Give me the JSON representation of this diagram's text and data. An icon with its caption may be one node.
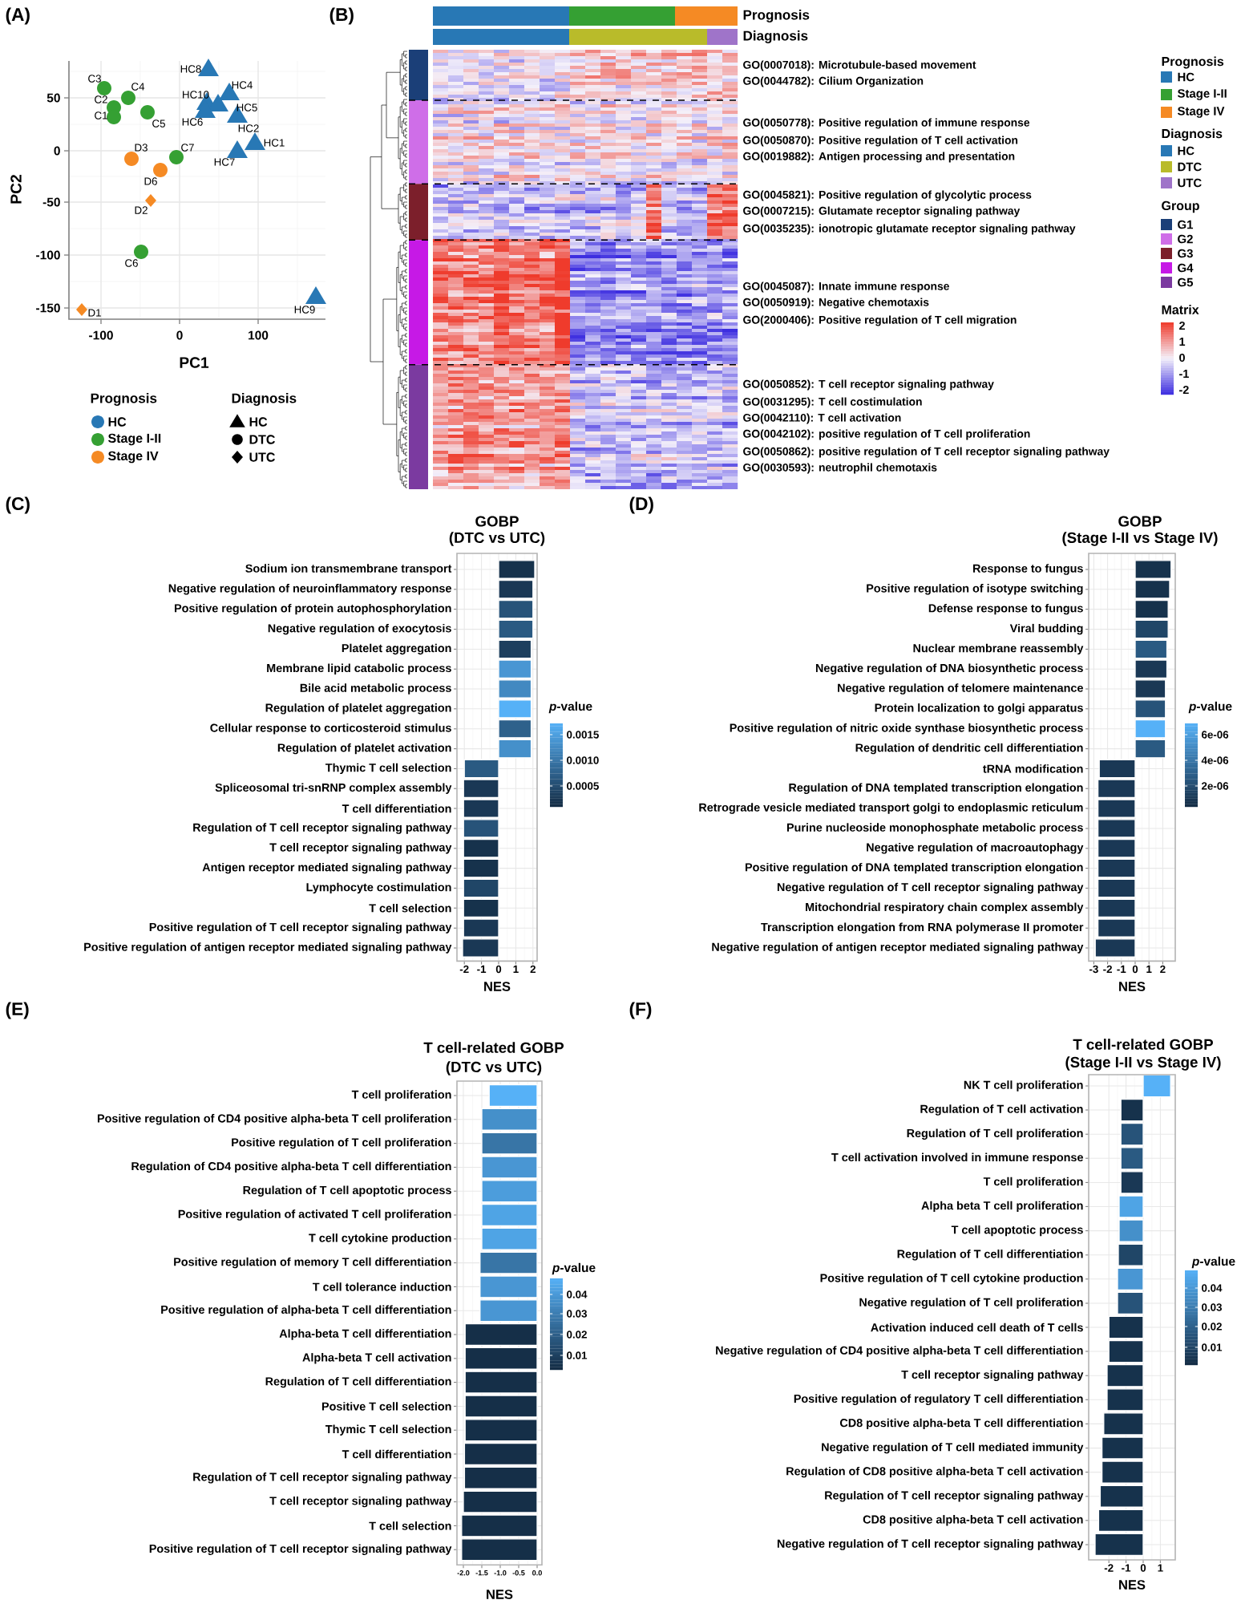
{
  "diagram": {
    "labels": [
      "(A)",
      "HC8",
      "C3",
      "C4",
      "HC4",
      "C2",
      "HC10",
      "C1",
      "HC5",
      "C5",
      "HC6",
      "HC2",
      "D3",
      "C7",
      "HC1",
      "HC7",
      "D6",
      "D2",
      "C6",
      "D1",
      "HC9",
      "50",
      "0",
      "-50",
      "-100",
      "-150",
      "PC2",
      "-100",
      "0",
      "100",
      "PC1",
      "Prognosis",
      "Diagnosis",
      "(B)",
      "Prognosis",
      "Diagnosis",
      "GO(0007018): Microtubule-based movement",
      "GO(0044782): Cilium Organization",
      "GO(0050778): Positive regulation of immune response",
      "GO(0050870): Positive regulation of T cell activation",
      "GO(0019882): Antigen processing and presentation",
      "GO(0045821): Positive regulation of glycolytic process",
      "GO(0007215): Glutamate receptor signaling pathway",
      "GO(0035235): ionotropic glutamate receptor signaling pathway",
      "GO(0045087): Innate immune response",
      "GO(0050919): Negative chemotaxis",
      "GO(2000406): Positive regulation of T cell migration",
      "GO(0050852): T cell receptor signaling pathway",
      "GO(0031295): T cell costimulation",
      "GO(0042110): T cell activation",
      "GO(0042102): positive regulation of T cell proliferation",
      "GO(0050862): positive regulation of T cell receptor signaling pathway",
      "GO(0030593): neutrophil chemotaxis",
      "Prognosis",
      "Diagnosis",
      "Group",
      "Matrix",
      "2",
      "1",
      "0",
      "-1",
      "-2",
      "(C)",
      "GOBP",
      "(DTC vs UTC)",
      "Sodium ion transmembrane transport",
      "Negative regulation of neuroinflammatory response",
      "Positive regulation of protein autophosphorylation",
      "Negative regulation of exocytosis",
      "Platelet aggregation",
      "Membrane lipid catabolic process",
      "Bile acid metabolic process",
      "Regulation of platelet aggregation",
      "Cellular response to corticosteroid stimulus",
      "Regulation of platelet activation",
      "Thymic T cell selection",
      "Spliceosomal tri-snRNP complex assembly",
      "T cell differentiation",
      "Regulation of T cell receptor signaling pathway",
      "T cell receptor signaling pathway",
      "Antigen receptor mediated signaling pathway",
      "Lymphocyte costimulation",
      "T cell selection",
      "Positive regulation of T cell receptor signaling pathway",
      "Positive regulation of antigen receptor mediated signaling pathway",
      "-2",
      "-1",
      "0",
      "1",
      "2",
      "NES",
      "*p*-value",
      "0.0015",
      "0.0010",
      "0.0005",
      "(D)",
      "GOBP",
      "(Stage I-II vs Stage IV)",
      "Response to fungus",
      "Positive regulation of isotype switching",
      "Defense response to fungus",
      "Viral budding",
      "Nuclear membrane reassembly",
      "Negative regulation of DNA biosynthetic process",
      "Negative regulation of telomere maintenance",
      "Protein localization to golgi apparatus",
      "Positive regulation of nitric oxide synthase biosynthetic process",
      "Regulation of dendritic cell differentiation",
      "tRNA modification",
      "Regulation of DNA templated transcription elongation",
      "Retrograde vesicle mediated transport golgi to endoplasmic reticulum",
      "Purine nucleoside monophosphate metabolic process",
      "Negative regulation of macroautophagy",
      "Positive regulation of DNA templated transcription elongation",
      "Negative regulation of T cell receptor signaling pathway",
      "Mitochondrial respiratory chain complex assembly",
      "Transcription elongation from RNA polymerase II promoter",
      "Negative regulation of antigen receptor mediated signaling pathway",
      "-3",
      "-2",
      "-1",
      "0",
      "1",
      "2",
      "NES",
      "*p*-value",
      "6e-06",
      "4e-06",
      "2e-06",
      "(E)",
      "T cell-related GOBP",
      "(DTC vs UTC)",
      "T cell proliferation",
      "Positive regulation of CD4 positive alpha-beta T cell proliferation",
      "Positive regulation of T cell proliferation",
      "Regulation of CD4 positive alpha-beta T cell differentiation",
      "Regulation of T cell apoptotic process",
      "Positive regulation of activated T cell proliferation",
      "T cell cytokine production",
      "Positive regulation of memory T cell differentiation",
      "T cell tolerance induction",
      "Positive regulation of alpha-beta T cell differentiation",
      "Alpha-beta T cell differentiation",
      "Alpha-beta T cell activation",
      "Regulation of T cell differentiation",
      "Positive T cell selection",
      "Thymic T cell selection",
      "T cell differentiation",
      "Regulation of T cell receptor signaling pathway",
      "T cell receptor signaling pathway",
      "T cell selection",
      "Positive regulation of T cell receptor signaling pathway",
      "-2.0",
      "-1.5",
      "-1.0",
      "-0.5",
      "0.0",
      "NES",
      "*p*-value",
      "0.04",
      "0.03",
      "0.02",
      "0.01",
      "(F)",
      "T cell-related GOBP",
      "(Stage I-II vs Stage IV)",
      "NK T cell proliferation",
      "Regulation of T cell activation",
      "Regulation of T cell proliferation",
      "T cell activation involved in immune response",
      "T cell proliferation",
      "Alpha beta T cell proliferation",
      "T cell apoptotic process",
      "Regulation of T cell differentiation",
      "Positive regulation of T cell cytokine production",
      "Negative regulation of T cell proliferation",
      "Activation induced cell death of T cells",
      "Negative regulation of CD4 positive alpha-beta T cell differentiation",
      "T cell receptor signaling pathway",
      "Positive regulation of regulatory T cell differentiation",
      "CD8 positive alpha-beta T cell differentiation",
      "Negative regulation of T cell mediated immunity",
      "Regulation of CD8 positive alpha-beta T cell activation",
      "Regulation of T cell receptor signaling pathway",
      "CD8 positive alpha-beta T cell activation",
      "Negative regulation of T cell receptor signaling pathway",
      "-2",
      "-1",
      "0",
      "1",
      "NES",
      "*p*-value",
      "0.04",
      "0.03",
      "0.02",
      "0.01"
    ],
    "legend": [
      {
        "text": "HC",
        "color": "#2878b5"
      },
      {
        "text": "Stage I-II",
        "color": "#35a033"
      },
      {
        "text": "Stage IV",
        "color": "#f58a24"
      },
      {
        "text": "HC"
      },
      {
        "text": "DTC"
      },
      {
        "text": "UTC"
      },
      {
        "text": "HC",
        "color": "#2878b5"
      },
      {
        "text": "Stage I-II",
        "color": "#35a033"
      },
      {
        "text": "Stage IV",
        "color": "#f58a24"
      },
      {
        "text": "HC",
        "color": "#2878b5"
      },
      {
        "text": "DTC",
        "color": "#b9bb2a"
      },
      {
        "text": "UTC",
        "color": "#9f74c9"
      },
      {
        "text": "G1",
        "color": "#1b3f78"
      },
      {
        "text": "G2",
        "color": "#cf6ee8"
      },
      {
        "text": "G3",
        "color": "#7c1f2b"
      },
      {
        "text": "G4",
        "color": "#c619e6"
      },
      {
        "text": "G5",
        "color": "#7b3aa0"
      }
    ]
  }
}
